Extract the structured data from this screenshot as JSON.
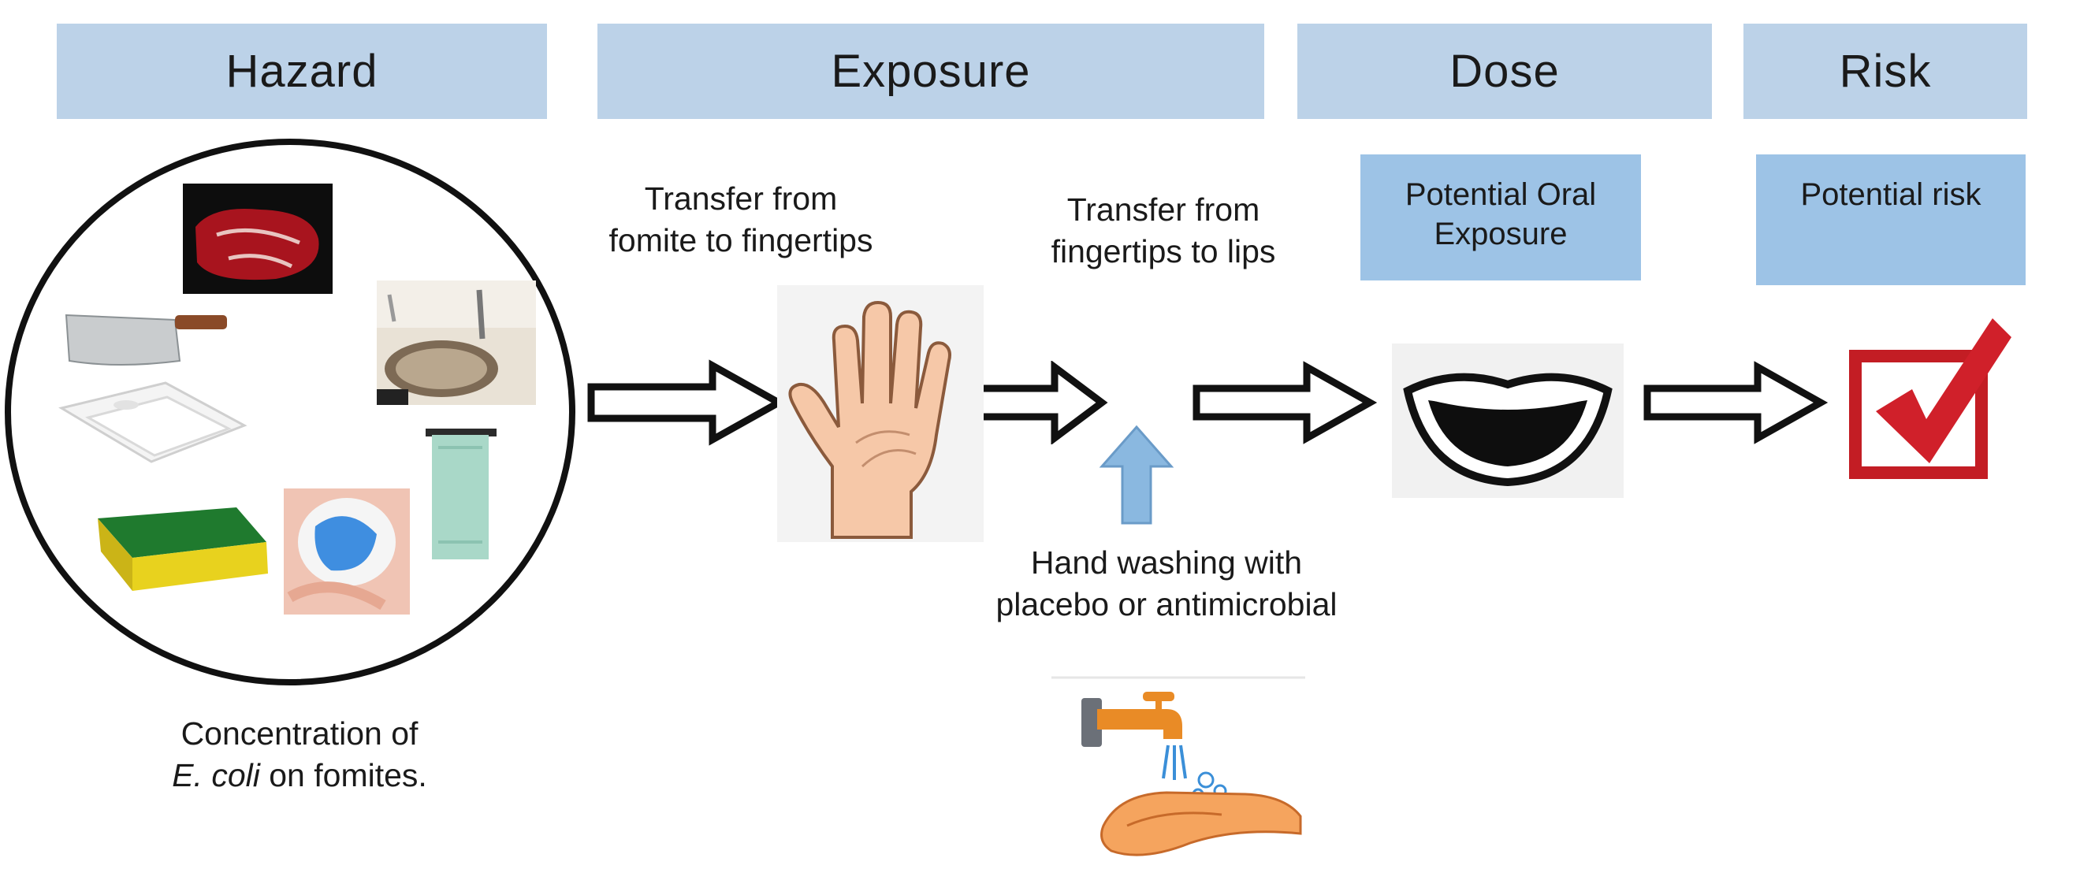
{
  "stages": [
    {
      "id": "hazard",
      "label": "Hazard"
    },
    {
      "id": "exposure",
      "label": "Exposure"
    },
    {
      "id": "dose",
      "label": "Dose"
    },
    {
      "id": "risk",
      "label": "Risk"
    }
  ],
  "dose_box": {
    "line1": "Potential Oral",
    "line2": "Exposure"
  },
  "risk_box": {
    "label": "Potential risk"
  },
  "captions": {
    "fomite_to_fingertips": {
      "line1": "Transfer from",
      "line2": "fomite to fingertips"
    },
    "fingertips_to_lips": {
      "line1": "Transfer from",
      "line2": "fingertips to lips"
    },
    "hand_washing": {
      "line1": "Hand washing with",
      "line2": "placebo or antimicrobial"
    },
    "hazard_concentration": {
      "line1": "Concentration of",
      "species": "E. coli",
      "line2_rest": " on fomites."
    }
  },
  "icons": {
    "fomites": [
      "meat-icon",
      "cleaver-icon",
      "sink-icon",
      "cutting-board-icon",
      "towel-icon",
      "sponge-icon",
      "dish-cloth-icon"
    ],
    "hand": "hand-icon",
    "mouth": "mouth-icon",
    "risk": "checkbox-check-icon",
    "faucet": "faucet-hand-washing-icon",
    "intervention_arrow": "up-arrow-icon"
  },
  "colors": {
    "stage_header": "#bcd2e8",
    "sub_box": "#9dc3e6",
    "intervention_arrow": "#8ab8e0",
    "checkmark": "#d0202a"
  }
}
